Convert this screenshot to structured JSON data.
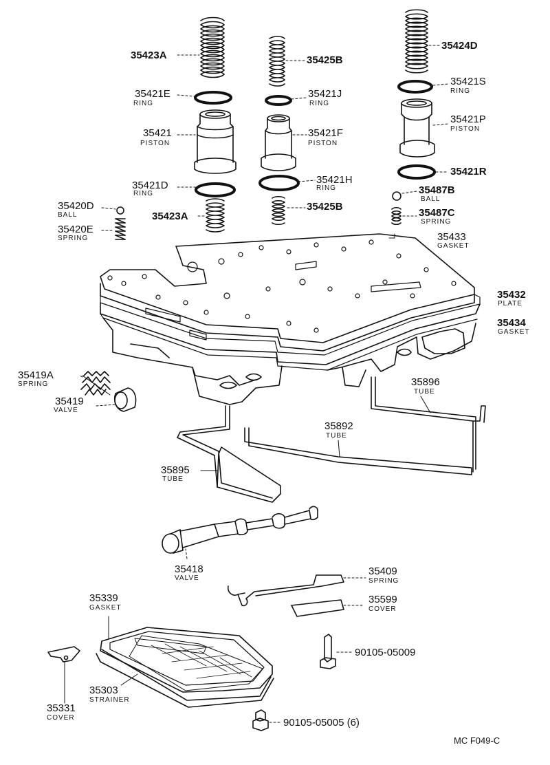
{
  "parts": [
    {
      "id": "p35423A_top",
      "part_no": "35423A",
      "desc": ""
    },
    {
      "id": "p35421E",
      "part_no": "35421E",
      "desc": "RING"
    },
    {
      "id": "p35421",
      "part_no": "35421",
      "desc": "PISTON"
    },
    {
      "id": "p35421D",
      "part_no": "35421D",
      "desc": "RING"
    },
    {
      "id": "p35423A_bot",
      "part_no": "35423A",
      "desc": ""
    },
    {
      "id": "p35420D",
      "part_no": "35420D",
      "desc": "BALL"
    },
    {
      "id": "p35420E",
      "part_no": "35420E",
      "desc": "SPRING"
    },
    {
      "id": "p35425B_top",
      "part_no": "35425B",
      "desc": ""
    },
    {
      "id": "p35421J",
      "part_no": "35421J",
      "desc": "RING"
    },
    {
      "id": "p35421F",
      "part_no": "35421F",
      "desc": "PISTON"
    },
    {
      "id": "p35421H",
      "part_no": "35421H",
      "desc": "RING"
    },
    {
      "id": "p35425B_bot",
      "part_no": "35425B",
      "desc": ""
    },
    {
      "id": "p35424D",
      "part_no": "35424D",
      "desc": ""
    },
    {
      "id": "p35421S",
      "part_no": "35421S",
      "desc": "RING"
    },
    {
      "id": "p35421P",
      "part_no": "35421P",
      "desc": "PISTON"
    },
    {
      "id": "p35421R",
      "part_no": "35421R",
      "desc": ""
    },
    {
      "id": "p35487B",
      "part_no": "35487B",
      "desc": "BALL"
    },
    {
      "id": "p35487C",
      "part_no": "35487C",
      "desc": "SPRING"
    },
    {
      "id": "p35433",
      "part_no": "35433",
      "desc": "GASKET"
    },
    {
      "id": "p35432",
      "part_no": "35432",
      "desc": "PLATE"
    },
    {
      "id": "p35434",
      "part_no": "35434",
      "desc": "GASKET"
    },
    {
      "id": "p35419A",
      "part_no": "35419A",
      "desc": "SPRING"
    },
    {
      "id": "p35419",
      "part_no": "35419",
      "desc": "VALVE"
    },
    {
      "id": "p35896",
      "part_no": "35896",
      "desc": "TUBE"
    },
    {
      "id": "p35892",
      "part_no": "35892",
      "desc": "TUBE"
    },
    {
      "id": "p35895",
      "part_no": "35895",
      "desc": "TUBE"
    },
    {
      "id": "p35418",
      "part_no": "35418",
      "desc": "VALVE"
    },
    {
      "id": "p35409",
      "part_no": "35409",
      "desc": "SPRING"
    },
    {
      "id": "p35599",
      "part_no": "35599",
      "desc": "COVER"
    },
    {
      "id": "p35339",
      "part_no": "35339",
      "desc": "GASKET"
    },
    {
      "id": "p90105_05009",
      "part_no": "90105-05009",
      "desc": ""
    },
    {
      "id": "p35331",
      "part_no": "35331",
      "desc": "COVER"
    },
    {
      "id": "p35303",
      "part_no": "35303",
      "desc": "STRAINER"
    },
    {
      "id": "p90105_05005",
      "part_no": "90105-05005 (6)",
      "desc": ""
    }
  ],
  "footer_code": "MC  F049-C"
}
